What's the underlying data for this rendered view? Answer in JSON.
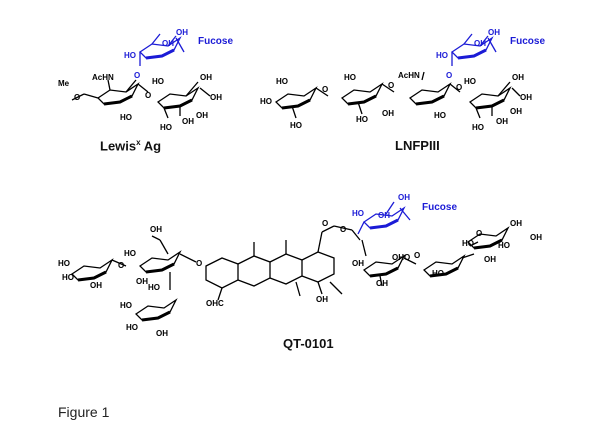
{
  "molecules": {
    "lewis_x": {
      "name_main": "Lewis",
      "name_sup": "x",
      "name_tail": " Ag",
      "fucose_label": "Fucose",
      "methyl_label": "Me",
      "atom_labels": [
        "AcHN",
        "HO",
        "OH",
        "OH",
        "O",
        "O",
        "O",
        "O",
        "HO",
        "OH",
        "HO",
        "OH",
        "OH",
        "OH",
        "O"
      ]
    },
    "lnfpiii": {
      "name": "LNFPIII",
      "fucose_label": "Fucose",
      "atom_labels": [
        "HO",
        "HO",
        "HO",
        "O",
        "HO",
        "O",
        "OH",
        "HO",
        "O",
        "AcHN",
        "O",
        "HO",
        "O",
        "OH",
        "OH",
        "OH",
        "OH",
        "HO",
        "OH",
        "HO",
        "OH",
        "OH",
        "OH",
        "O",
        "O",
        "O"
      ]
    },
    "qt0101": {
      "name": "QT-0101",
      "fucose_label": "Fucose",
      "atom_labels": [
        "OH",
        "HO",
        "HO",
        "O",
        "OH",
        "O",
        "HO",
        "OH",
        "HO",
        "O",
        "HO",
        "OH",
        "O",
        "O",
        "HO",
        "HO",
        "OH",
        "OHC",
        "O",
        "O",
        "OH",
        "O",
        "OH",
        "OH",
        "OHO",
        "OH",
        "O",
        "HO",
        "O",
        "HO",
        "O",
        "OH",
        "OH",
        "OH",
        "O",
        "O"
      ]
    }
  },
  "figure_caption": "Figure 1",
  "colors": {
    "fucose": "#1b1bd6",
    "bond": "#000000"
  }
}
